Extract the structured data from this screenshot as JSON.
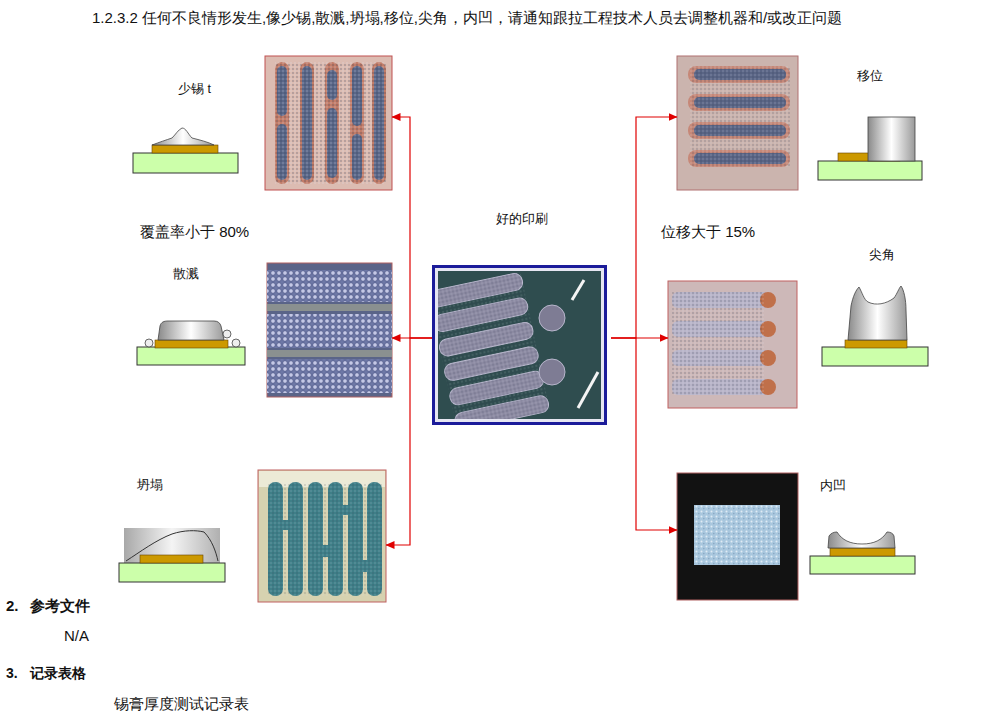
{
  "diagram": {
    "title": "1.2.3.2 任何不良情形发生,像少锡,散溅,坍塌,移位,尖角，内凹，请通知跟拉工程技术人员去调整机器和/或改正问题",
    "nodes": [
      {
        "text": [
          "少锡 t"
        ]
      },
      {
        "text": [
          "移位"
        ]
      },
      {
        "text": [
          "好的印刷"
        ]
      },
      {
        "text": [
          "散溅"
        ]
      },
      {
        "text": [
          "尖角"
        ]
      },
      {
        "text": [
          "坍塌"
        ]
      },
      {
        "text": [
          "内凹"
        ]
      }
    ],
    "edges": [
      {
        "from": 2,
        "to": 0,
        "arrow": "to"
      },
      {
        "from": 2,
        "to": 1,
        "arrow": "to"
      },
      {
        "from": 2,
        "to": 3,
        "arrow": "to"
      },
      {
        "from": 2,
        "to": 4,
        "arrow": "to"
      },
      {
        "from": 2,
        "to": 5,
        "arrow": "to"
      },
      {
        "from": 2,
        "to": 6,
        "arrow": "to"
      }
    ],
    "labels": [
      "覆盖率小于 80%",
      "位移大于 15%",
      "2.",
      "参考文件",
      "N/A",
      "3.",
      "记录表格",
      "锡膏厚度测试记录表"
    ]
  }
}
